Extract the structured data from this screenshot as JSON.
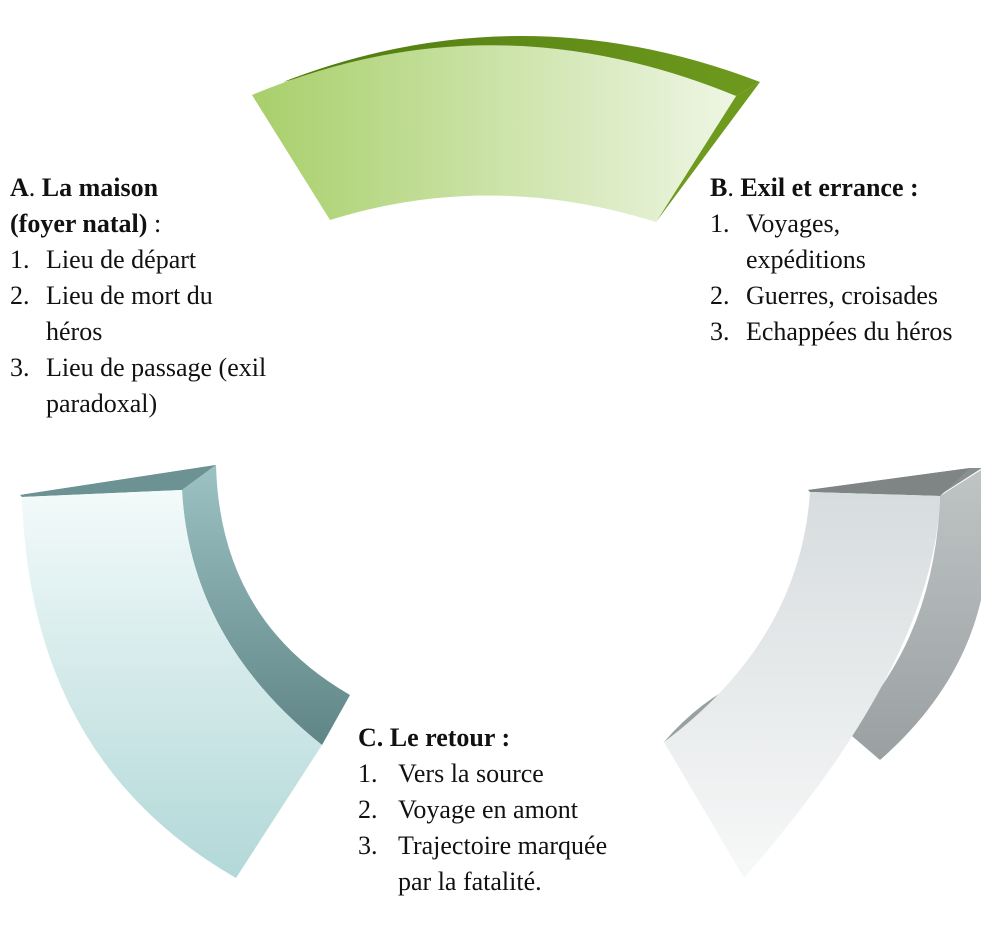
{
  "block_a": {
    "heading_letter": "A",
    "heading_sep": ".",
    "heading_title_1": "La maison",
    "heading_title_2": "(foyer natal)",
    "heading_colon": " :",
    "items": [
      {
        "num": "1.",
        "text": "Lieu de départ"
      },
      {
        "num": "2.",
        "text": "Lieu de mort du héros"
      },
      {
        "num": "3.",
        "text": "Lieu de passage (exil paradoxal)"
      }
    ]
  },
  "block_b": {
    "heading_letter": "B",
    "heading_sep": ".",
    "heading_title": "Exil et errance :",
    "items": [
      {
        "num": "1.",
        "text": "Voyages, expéditions"
      },
      {
        "num": "2.",
        "text": "Guerres, croisades"
      },
      {
        "num": "3.",
        "text": "Echappées du héros"
      }
    ]
  },
  "block_c": {
    "heading": "C. Le retour :",
    "items": [
      {
        "num": "1.",
        "text": "Vers la source"
      },
      {
        "num": "2.",
        "text": "Voyage en amont"
      },
      {
        "num": "3.",
        "text": "Trajectoire marquée par la fatalité."
      }
    ]
  },
  "colors": {
    "segment_top_light": "#a8cf6a",
    "segment_top_pale": "#eef6e4",
    "segment_top_dark": "#6e9a1e",
    "segment_left_light": "#b2d8d8",
    "segment_left_pale": "#f3fafa",
    "segment_left_dark": "#5f8586",
    "segment_right_light": "#d7dcde",
    "segment_right_pale": "#f7f8f8",
    "segment_right_dark": "#9aa0a1"
  }
}
